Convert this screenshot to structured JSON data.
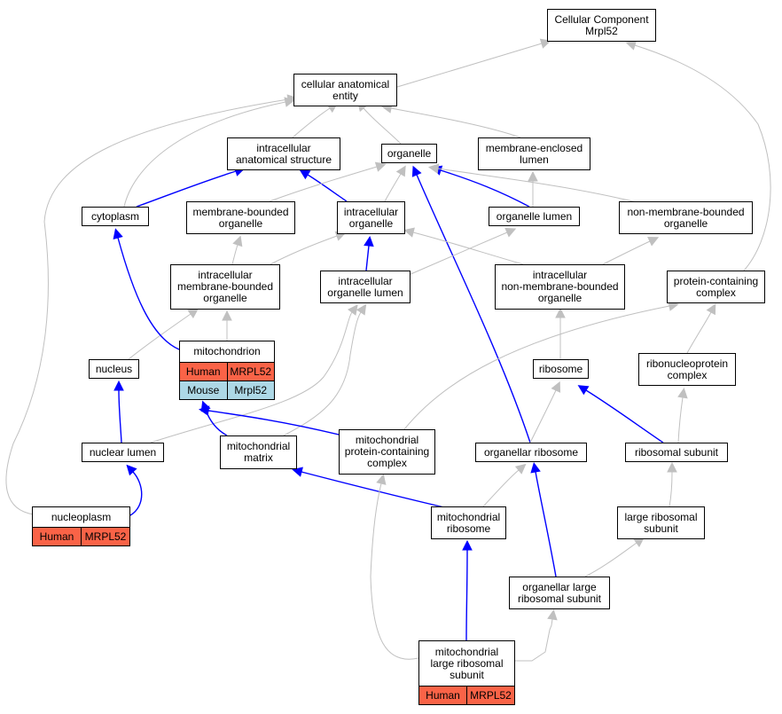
{
  "diagram": {
    "colors": {
      "is_a": "#c0c0c0",
      "part_of": "#0000ff",
      "human": "#fa6347",
      "mouse": "#add8e6"
    },
    "nodes": [
      {
        "id": "cc",
        "label": "Cellular Component\nMrpl52"
      },
      {
        "id": "cae",
        "label": "cellular anatomical\nentity"
      },
      {
        "id": "ias",
        "label": "intracellular\nanatomical structure"
      },
      {
        "id": "organelle",
        "label": "organelle"
      },
      {
        "id": "mel",
        "label": "membrane-enclosed\nlumen"
      },
      {
        "id": "cytoplasm",
        "label": "cytoplasm"
      },
      {
        "id": "mbo",
        "label": "membrane-bounded\norganelle"
      },
      {
        "id": "io",
        "label": "intracellular\norganelle"
      },
      {
        "id": "ol",
        "label": "organelle lumen"
      },
      {
        "id": "nmbo",
        "label": "non-membrane-bounded\norganelle"
      },
      {
        "id": "imbo",
        "label": "intracellular\nmembrane-bounded\norganelle"
      },
      {
        "id": "iol",
        "label": "intracellular\norganelle lumen"
      },
      {
        "id": "inmbo",
        "label": "intracellular\nnon-membrane-bounded\norganelle"
      },
      {
        "id": "pcc",
        "label": "protein-containing\ncomplex"
      },
      {
        "id": "nucleus",
        "label": "nucleus"
      },
      {
        "id": "mito",
        "label": "mitochondrion",
        "annotations": [
          [
            "Human",
            "MRPL52"
          ],
          [
            "Mouse",
            "Mrpl52"
          ]
        ]
      },
      {
        "id": "ribosome",
        "label": "ribosome"
      },
      {
        "id": "rnpc",
        "label": "ribonucleoprotein\ncomplex"
      },
      {
        "id": "nl",
        "label": "nuclear lumen"
      },
      {
        "id": "mm",
        "label": "mitochondrial\nmatrix"
      },
      {
        "id": "mpcc",
        "label": "mitochondrial\nprotein-containing\ncomplex"
      },
      {
        "id": "orib",
        "label": "organellar ribosome"
      },
      {
        "id": "rsub",
        "label": "ribosomal subunit"
      },
      {
        "id": "np",
        "label": "nucleoplasm",
        "annotations": [
          [
            "Human",
            "MRPL52"
          ]
        ]
      },
      {
        "id": "mrib",
        "label": "mitochondrial\nribosome"
      },
      {
        "id": "lrs",
        "label": "large ribosomal\nsubunit"
      },
      {
        "id": "olrs",
        "label": "organellar large\nribosomal subunit"
      },
      {
        "id": "mlrs",
        "label": "mitochondrial\nlarge ribosomal\nsubunit",
        "annotations": [
          [
            "Human",
            "MRPL52"
          ]
        ]
      }
    ],
    "edges": [
      {
        "from": "cae",
        "to": "cc",
        "kind": "is_a"
      },
      {
        "from": "pcc",
        "to": "cc",
        "kind": "is_a"
      },
      {
        "from": "ias",
        "to": "cae",
        "kind": "is_a"
      },
      {
        "from": "organelle",
        "to": "cae",
        "kind": "is_a"
      },
      {
        "from": "mel",
        "to": "cae",
        "kind": "is_a"
      },
      {
        "from": "cytoplasm",
        "to": "cae",
        "kind": "is_a"
      },
      {
        "from": "np",
        "to": "cae",
        "kind": "is_a"
      },
      {
        "from": "cytoplasm",
        "to": "ias",
        "kind": "part_of"
      },
      {
        "from": "io",
        "to": "ias",
        "kind": "part_of"
      },
      {
        "from": "mbo",
        "to": "organelle",
        "kind": "is_a"
      },
      {
        "from": "io",
        "to": "organelle",
        "kind": "is_a"
      },
      {
        "from": "ol",
        "to": "organelle",
        "kind": "part_of"
      },
      {
        "from": "nmbo",
        "to": "organelle",
        "kind": "is_a"
      },
      {
        "from": "orib",
        "to": "organelle",
        "kind": "part_of"
      },
      {
        "from": "ol",
        "to": "mel",
        "kind": "is_a"
      },
      {
        "from": "imbo",
        "to": "mbo",
        "kind": "is_a"
      },
      {
        "from": "imbo",
        "to": "io",
        "kind": "is_a"
      },
      {
        "from": "iol",
        "to": "io",
        "kind": "part_of"
      },
      {
        "from": "inmbo",
        "to": "io",
        "kind": "is_a"
      },
      {
        "from": "iol",
        "to": "ol",
        "kind": "is_a"
      },
      {
        "from": "inmbo",
        "to": "nmbo",
        "kind": "is_a"
      },
      {
        "from": "nucleus",
        "to": "imbo",
        "kind": "is_a"
      },
      {
        "from": "mito",
        "to": "imbo",
        "kind": "is_a"
      },
      {
        "from": "mito",
        "to": "cytoplasm",
        "kind": "part_of"
      },
      {
        "from": "nl",
        "to": "iol",
        "kind": "is_a"
      },
      {
        "from": "mm",
        "to": "iol",
        "kind": "is_a"
      },
      {
        "from": "ribosome",
        "to": "inmbo",
        "kind": "is_a"
      },
      {
        "from": "mpcc",
        "to": "pcc",
        "kind": "is_a"
      },
      {
        "from": "rnpc",
        "to": "pcc",
        "kind": "is_a"
      },
      {
        "from": "nl",
        "to": "nucleus",
        "kind": "part_of"
      },
      {
        "from": "mm",
        "to": "mito",
        "kind": "part_of"
      },
      {
        "from": "mpcc",
        "to": "mito",
        "kind": "part_of"
      },
      {
        "from": "orib",
        "to": "ribosome",
        "kind": "is_a"
      },
      {
        "from": "rsub",
        "to": "ribosome",
        "kind": "part_of"
      },
      {
        "from": "rsub",
        "to": "rnpc",
        "kind": "is_a"
      },
      {
        "from": "np",
        "to": "nl",
        "kind": "part_of"
      },
      {
        "from": "mrib",
        "to": "mm",
        "kind": "part_of"
      },
      {
        "from": "mrib",
        "to": "orib",
        "kind": "is_a"
      },
      {
        "from": "olrs",
        "to": "orib",
        "kind": "part_of"
      },
      {
        "from": "lrs",
        "to": "rsub",
        "kind": "is_a"
      },
      {
        "from": "olrs",
        "to": "lrs",
        "kind": "is_a"
      },
      {
        "from": "mlrs",
        "to": "mrib",
        "kind": "part_of"
      },
      {
        "from": "mlrs",
        "to": "olrs",
        "kind": "is_a"
      },
      {
        "from": "mlrs",
        "to": "mpcc",
        "kind": "is_a"
      }
    ]
  }
}
